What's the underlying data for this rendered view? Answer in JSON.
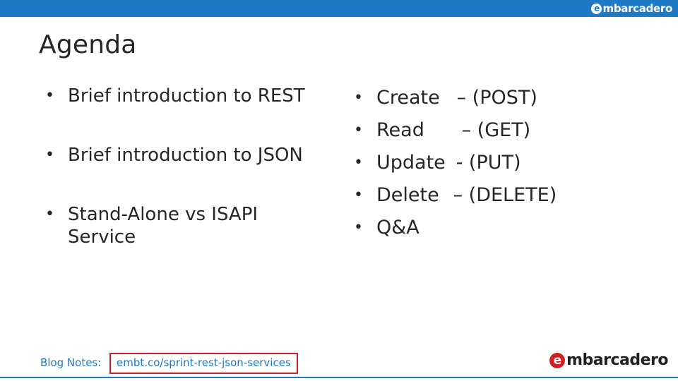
{
  "brand": {
    "name_badge": "e",
    "name_rest": "mbarcadero",
    "blue": "#1e7ac4",
    "red": "#cf2027",
    "text": "#262626"
  },
  "header": {
    "logo_badge": "e",
    "logo_text": "mbarcadero"
  },
  "title": "Agenda",
  "left_column": {
    "bullet_glyph": "•",
    "items": [
      {
        "line1": "Brief introduction to REST",
        "line2": ""
      },
      {
        "line1": "Brief introduction to JSON",
        "line2": ""
      },
      {
        "line1": "Stand-Alone vs ISAPI",
        "line2": "Service"
      }
    ]
  },
  "right_column": {
    "bullet_glyph": "•",
    "items": [
      {
        "word": "Create",
        "op": "– (POST)"
      },
      {
        "word": "Read",
        "op": "– (GET)"
      },
      {
        "word": "Update",
        "op": "- (PUT)"
      },
      {
        "word": "Delete",
        "op": "– (DELETE)"
      },
      {
        "word": "Q&A",
        "op": ""
      }
    ]
  },
  "footer": {
    "blog_notes_label": "Blog Notes:",
    "blog_link": "embt.co/sprint-rest-json-services",
    "logo_badge": "e",
    "logo_text": "mbarcadero"
  }
}
